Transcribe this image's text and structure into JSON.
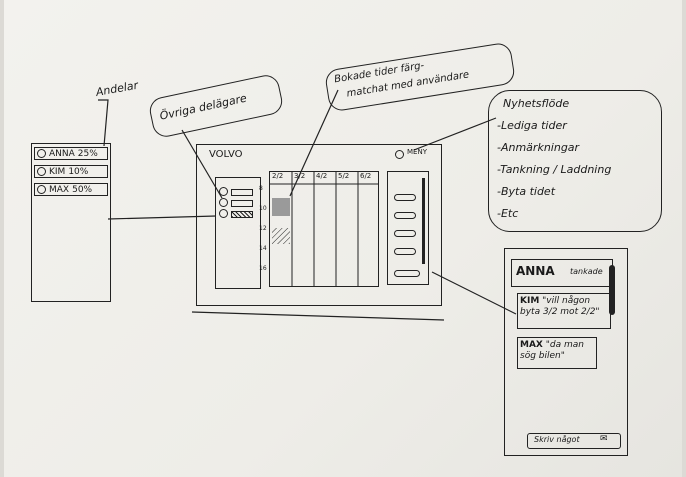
{
  "owners_panel": {
    "title": "Andelar",
    "owners": [
      {
        "name": "ANNA",
        "share": "25%"
      },
      {
        "name": "KIM",
        "share": "10%"
      },
      {
        "name": "MAX",
        "share": "50%"
      }
    ]
  },
  "callouts": {
    "other_owners": "Övriga delägare",
    "booked_line1": "Bokade tider färg-",
    "booked_line2": "matchat med användare",
    "menu_items": [
      "Nyhetsflöde",
      "-Lediga tider",
      "-Anmärkningar",
      "-Tankning / Laddning",
      "-Byta tidet",
      "-Etc"
    ]
  },
  "main_screen": {
    "brand": "VOLVO",
    "menu_label": "MENY",
    "calendar_headers": [
      "2/2",
      "3/2",
      "4/2",
      "5/2",
      "6/2"
    ],
    "time_labels": [
      "8",
      "10",
      "12",
      "14",
      "16"
    ]
  },
  "chat_panel": {
    "header_name": "ANNA",
    "header_action": "tankade",
    "messages": [
      {
        "user": "KIM",
        "text": "\"vill någon byta 3/2 mot 2/2\""
      },
      {
        "user": "MAX",
        "text": "\"da man sög bilen\""
      }
    ],
    "input_placeholder": "Skriv något"
  }
}
